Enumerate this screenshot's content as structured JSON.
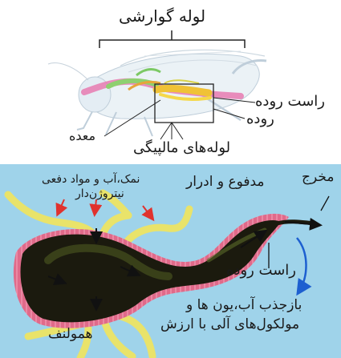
{
  "top": {
    "title": "لوله گوارشی",
    "labels": {
      "rectum": "راست روده",
      "intestine": "روده",
      "stomach": "معده",
      "malpighian_tubules": "لوله‌های مالپیگی"
    }
  },
  "bottom": {
    "labels": {
      "salt_water_waste": "نمک،آب و مواد دفعی",
      "nitrogenous": "نیتروژن‌دار",
      "feces_urine": "مدفوع و ادرار",
      "anus": "مخرج",
      "rectum": "راست روده",
      "reabsorption_line1": "بازجذب آب،یون ها و",
      "reabsorption_line2": "مولکول‌های آلی با ارزش",
      "hemolymph": "همولنف"
    }
  },
  "colors": {
    "background_blue": "#9fd3ea",
    "tubule_yellow": "#e9e36a",
    "gut_dark": "#1b1a0e",
    "gut_pink_fringe": "#e06a8a",
    "arrow_red": "#e0322e",
    "arrow_blue": "#1d5fd0"
  }
}
